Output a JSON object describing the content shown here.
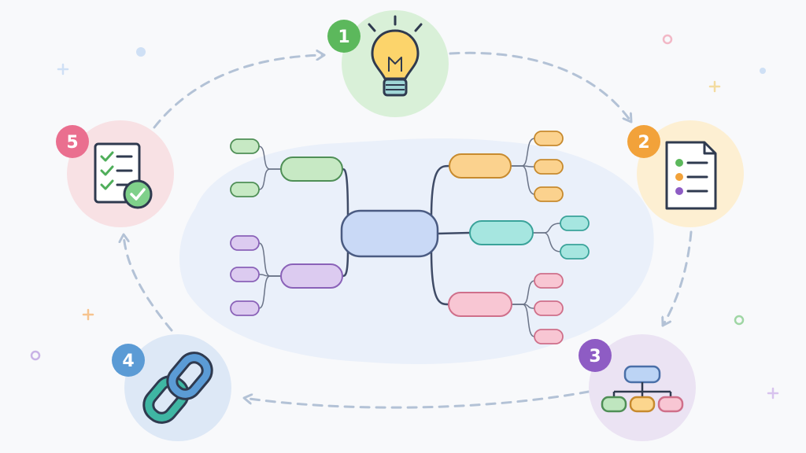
{
  "diagram": {
    "colors": {
      "background": "#f8f9fb",
      "connector": "#b3c2d6",
      "blob": "#eaf0fa"
    },
    "center_node": {
      "fill": "#c9d9f6",
      "stroke": "#4a5b82"
    },
    "branches": [
      {
        "name": "green",
        "fill": "#c7e9c4",
        "stroke": "#4f8f56",
        "children": 2
      },
      {
        "name": "purple",
        "fill": "#dccbf0",
        "stroke": "#8a62b8",
        "children": 3
      },
      {
        "name": "orange",
        "fill": "#fbd28e",
        "stroke": "#c78a2e",
        "children": 3
      },
      {
        "name": "teal",
        "fill": "#a6e6e0",
        "stroke": "#3aa39a",
        "children": 2
      },
      {
        "name": "pink",
        "fill": "#f8c6d3",
        "stroke": "#cf6f8a",
        "children": 3
      }
    ],
    "stages": [
      {
        "number": "1",
        "icon": "lightbulb-icon",
        "circle_fill": "#d9f0d8",
        "badge_color": "#5cb85c"
      },
      {
        "number": "2",
        "icon": "document-list-icon",
        "circle_fill": "#fdefd2",
        "badge_color": "#f2a23a"
      },
      {
        "number": "3",
        "icon": "hierarchy-icon",
        "circle_fill": "#ebe3f3",
        "badge_color": "#8e5cc4"
      },
      {
        "number": "4",
        "icon": "chain-link-icon",
        "circle_fill": "#dde8f6",
        "badge_color": "#5b9bd5"
      },
      {
        "number": "5",
        "icon": "checklist-icon",
        "circle_fill": "#f8e1e4",
        "badge_color": "#ea6f8f"
      }
    ]
  }
}
